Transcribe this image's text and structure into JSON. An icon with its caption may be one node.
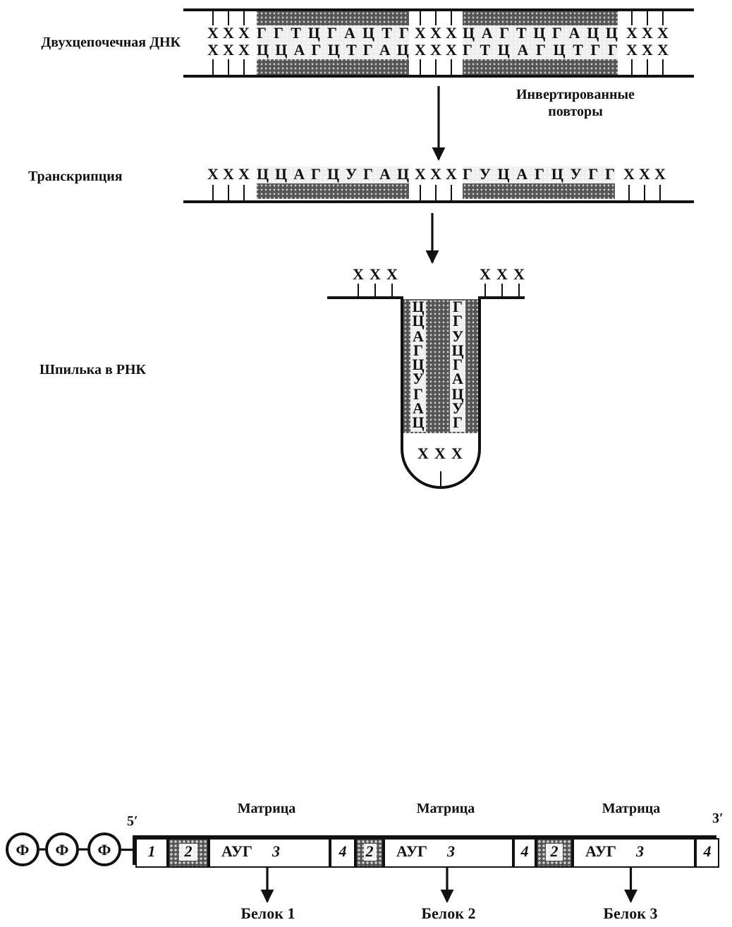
{
  "diagram": {
    "nodes": [
      {
        "text": [
          "X X X",
          "Г Г Т Ц Г А Ц Т Г",
          "X X X",
          "Ц А Г Т Ц Г А Ц Ц",
          "X X X",
          "X X X",
          "Ц Ц А Г Ц Т Г А Ц",
          "X X X",
          "Г Т Ц А Г Ц Т Г Г",
          "X X X"
        ],
        "beside": [
          "Двухцепочечная ДНК",
          "Инвертированные повторы"
        ]
      },
      {
        "text": [
          "X X X",
          "Ц Ц А Г Ц У Г А Ц",
          "X X X",
          "Г У Ц А Г Ц У Г Г",
          "X X X"
        ]
      },
      {
        "text": [
          "X X X",
          "X X X",
          "ЦЦАГЦУГАЦ",
          "ГГУЦГАЦУГ",
          "X X X"
        ]
      },
      {
        "text": [
          "Ф"
        ]
      },
      {
        "text": [
          "Ф"
        ]
      },
      {
        "text": [
          "Ф"
        ]
      },
      {
        "text": [],
        "shape": "bar"
      },
      {
        "text": [
          "1"
        ],
        "in": 6
      },
      {
        "text": [
          "2"
        ],
        "in": 6
      },
      {
        "text": [
          "АУГ",
          "3"
        ],
        "in": 6,
        "beside": [
          "Матрица"
        ]
      },
      {
        "text": [
          "4"
        ],
        "in": 6
      },
      {
        "text": [
          "2"
        ],
        "in": 6
      },
      {
        "text": [
          "АУГ",
          "3"
        ],
        "in": 6,
        "beside": [
          "Матрица"
        ]
      },
      {
        "text": [
          "4"
        ],
        "in": 6
      },
      {
        "text": [
          "2"
        ],
        "in": 6
      },
      {
        "text": [
          "АУГ",
          "3"
        ],
        "in": 6,
        "beside": [
          "Матрица"
        ]
      },
      {
        "text": [
          "4"
        ],
        "in": 6
      },
      {
        "text": [
          "Белок 1"
        ]
      },
      {
        "text": [
          "Белок 2"
        ]
      },
      {
        "text": [
          "Белок 3"
        ]
      }
    ],
    "edges": [
      {
        "from": 0,
        "to": 1,
        "arrow": "to"
      },
      {
        "from": 1,
        "to": 2,
        "arrow": "to"
      },
      {
        "from": 3,
        "to": 4,
        "arrow": "none"
      },
      {
        "from": 4,
        "to": 5,
        "arrow": "none"
      },
      {
        "from": 5,
        "to": 6,
        "arrow": "none"
      },
      {
        "from": 9,
        "to": 17,
        "arrow": "to"
      },
      {
        "from": 12,
        "to": 18,
        "arrow": "to"
      },
      {
        "from": 15,
        "to": 19,
        "arrow": "to"
      }
    ],
    "labels": [
      "Транскрипция",
      "Шпилька в РНК",
      "5′",
      "3′"
    ]
  }
}
